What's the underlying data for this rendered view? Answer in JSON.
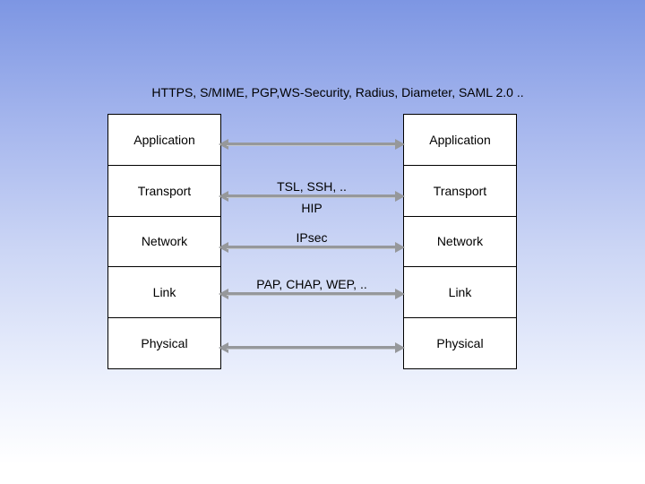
{
  "slide": {
    "title": "HTTPS, S/MIME, PGP,WS-Security, Radius, Diameter, SAML 2.0 .."
  },
  "layers": [
    "Application",
    "Transport",
    "Network",
    "Link",
    "Physical"
  ],
  "connections": {
    "application": {
      "above": "",
      "below": ""
    },
    "transport": {
      "above": "TSL, SSH, ..",
      "below": "HIP"
    },
    "network": {
      "above": "IPsec",
      "below": ""
    },
    "link": {
      "above": "PAP, CHAP, WEP, ..",
      "below": ""
    },
    "physical": {
      "above": "",
      "below": ""
    }
  },
  "colors": {
    "bg_top": "#7d96e3",
    "bg_bottom": "#ffffff",
    "arrow_color": "#96989b",
    "box_fill": "#ffffff",
    "box_border": "#000000",
    "text_color": "#000000"
  }
}
